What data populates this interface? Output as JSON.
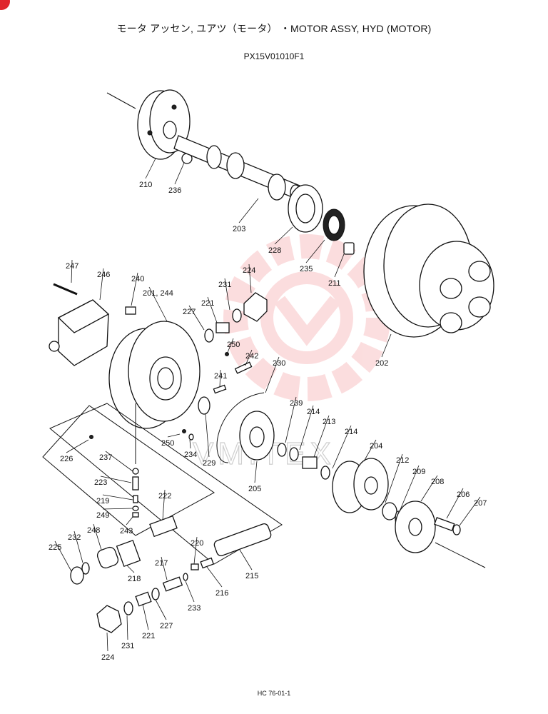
{
  "header": {
    "title": "モータ アッセン, ユアツ（モータ） ・MOTOR ASSY, HYD (MOTOR)",
    "code": "PX15V01010F1"
  },
  "footer": {
    "page_ref": "HC 76-01-1"
  },
  "watermark": {
    "text": "VMITEX",
    "color": "#e8343a"
  },
  "parts": [
    {
      "id": "p210",
      "label": "210"
    },
    {
      "id": "p236",
      "label": "236"
    },
    {
      "id": "p203",
      "label": "203"
    },
    {
      "id": "p228",
      "label": "228"
    },
    {
      "id": "p235",
      "label": "235"
    },
    {
      "id": "p211",
      "label": "211"
    },
    {
      "id": "p202",
      "label": "202"
    },
    {
      "id": "p247",
      "label": "247"
    },
    {
      "id": "p246",
      "label": "246"
    },
    {
      "id": "p240",
      "label": "240"
    },
    {
      "id": "p201",
      "label": "201, 244"
    },
    {
      "id": "p231a",
      "label": "231"
    },
    {
      "id": "p224a",
      "label": "224"
    },
    {
      "id": "p227a",
      "label": "227"
    },
    {
      "id": "p221a",
      "label": "221"
    },
    {
      "id": "p250a",
      "label": "250"
    },
    {
      "id": "p242",
      "label": "242"
    },
    {
      "id": "p230",
      "label": "230"
    },
    {
      "id": "p241",
      "label": "241"
    },
    {
      "id": "p239",
      "label": "239"
    },
    {
      "id": "p214a",
      "label": "214"
    },
    {
      "id": "p213",
      "label": "213"
    },
    {
      "id": "p214b",
      "label": "214"
    },
    {
      "id": "p226",
      "label": "226"
    },
    {
      "id": "p250b",
      "label": "250"
    },
    {
      "id": "p234",
      "label": "234"
    },
    {
      "id": "p229",
      "label": "229"
    },
    {
      "id": "p205",
      "label": "205"
    },
    {
      "id": "p204",
      "label": "204"
    },
    {
      "id": "p212",
      "label": "212"
    },
    {
      "id": "p209",
      "label": "209"
    },
    {
      "id": "p208",
      "label": "208"
    },
    {
      "id": "p206",
      "label": "206"
    },
    {
      "id": "p207",
      "label": "207"
    },
    {
      "id": "p237",
      "label": "237"
    },
    {
      "id": "p223",
      "label": "223"
    },
    {
      "id": "p219",
      "label": "219"
    },
    {
      "id": "p249",
      "label": "249"
    },
    {
      "id": "p243",
      "label": "243"
    },
    {
      "id": "p222",
      "label": "222"
    },
    {
      "id": "p232",
      "label": "232"
    },
    {
      "id": "p248",
      "label": "248"
    },
    {
      "id": "p225",
      "label": "225"
    },
    {
      "id": "p218",
      "label": "218"
    },
    {
      "id": "p220",
      "label": "220"
    },
    {
      "id": "p217",
      "label": "217"
    },
    {
      "id": "p216",
      "label": "216"
    },
    {
      "id": "p215",
      "label": "215"
    },
    {
      "id": "p233",
      "label": "233"
    },
    {
      "id": "p227b",
      "label": "227"
    },
    {
      "id": "p221b",
      "label": "221"
    },
    {
      "id": "p231b",
      "label": "231"
    },
    {
      "id": "p224b",
      "label": "224"
    }
  ]
}
